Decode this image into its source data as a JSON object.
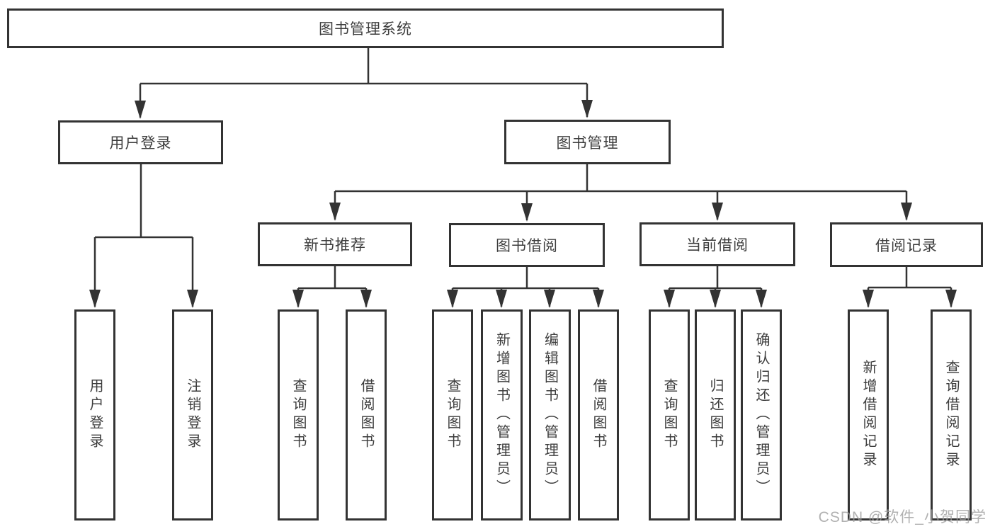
{
  "diagram": {
    "root": "图书管理系统",
    "level2": {
      "user_login": "用户登录",
      "book_mgmt": "图书管理"
    },
    "level3": {
      "new_books": "新书推荐",
      "book_borrow": "图书借阅",
      "current_borrow": "当前借阅",
      "borrow_records": "借阅记录"
    },
    "leaves": {
      "user_login": [
        "用户登录",
        "注销登录"
      ],
      "new_books": [
        "查询图书",
        "借阅图书"
      ],
      "book_borrow": [
        "查询图书",
        "新增图书（管理员）",
        "编辑图书（管理员）",
        "借阅图书"
      ],
      "current_borrow": [
        "查询图书",
        "归还图书",
        "确认归还（管理员）"
      ],
      "borrow_records": [
        "新增借阅记录",
        "查询借阅记录"
      ]
    }
  },
  "watermark": "CSDN @软件_小贺同学",
  "colors": {
    "line": "#333333",
    "border": "#333333",
    "text": "#3d3d3d",
    "watermark": "#9e9e9e",
    "background": "#ffffff"
  }
}
